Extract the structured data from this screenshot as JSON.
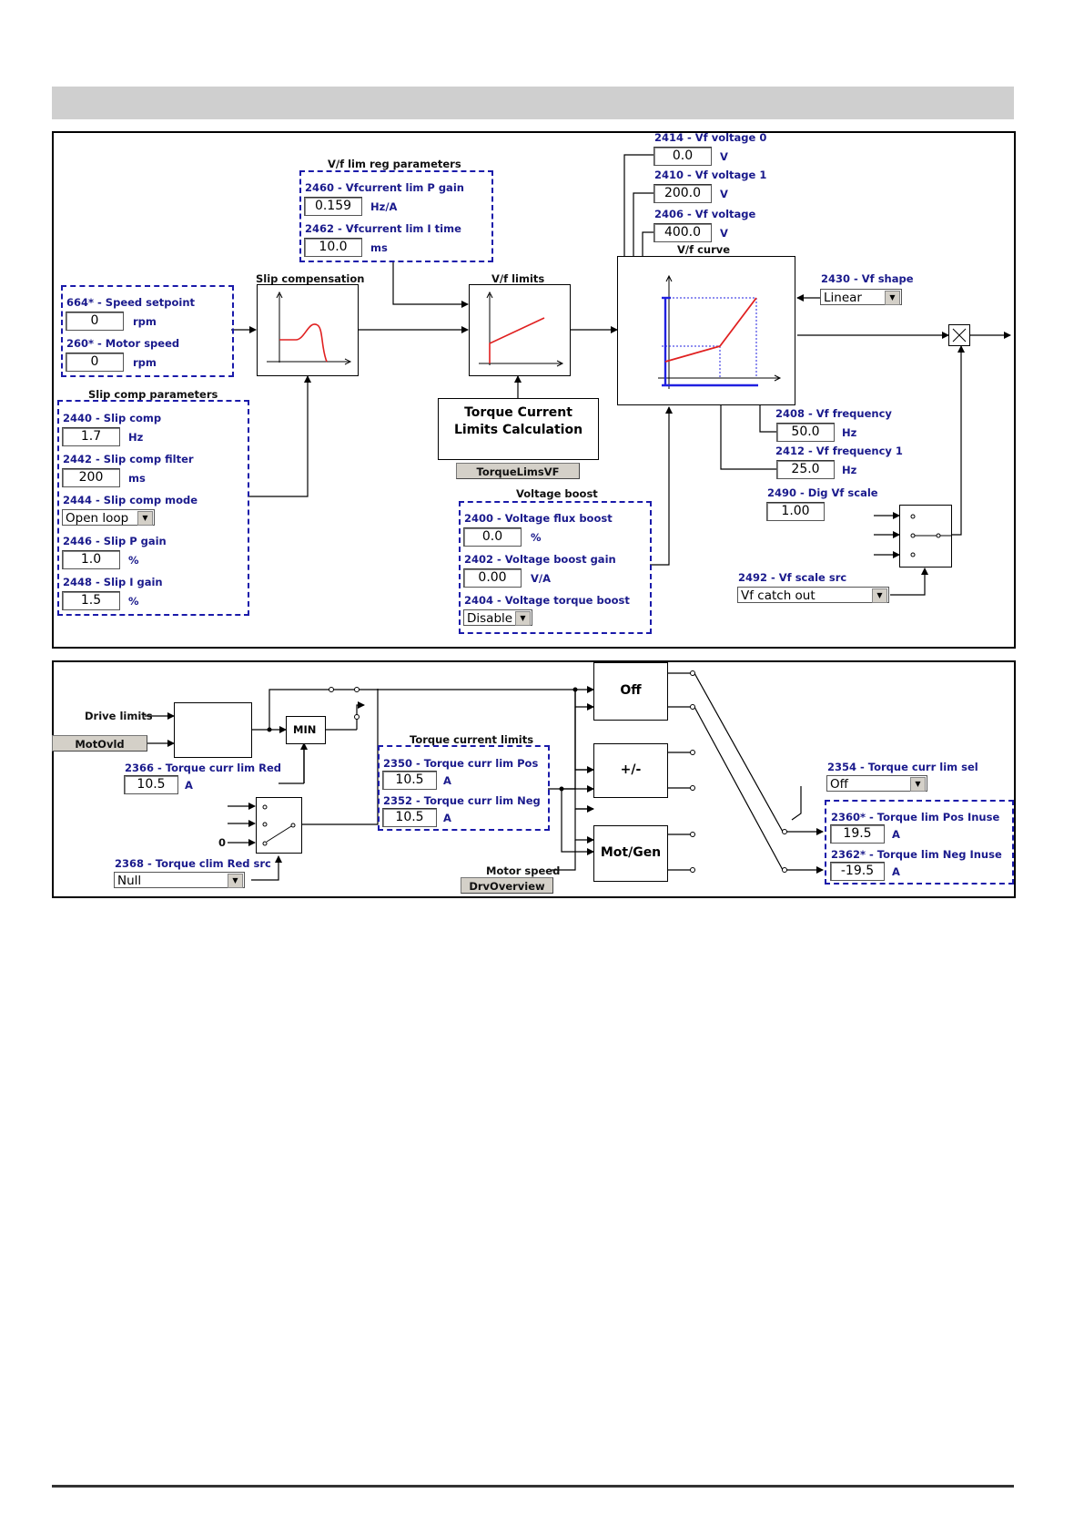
{
  "colors": {
    "param_label": "#1a1a8c",
    "dashed_border": "#1a1aaa",
    "curve": "#e02020",
    "curve_frame": "#2020e0",
    "header_bar": "#cfcfcf"
  },
  "top": {
    "vflim_title": "V/f lim reg parameters",
    "p2460_label": "2460 - Vfcurrent lim P gain",
    "p2460_val": "0.159",
    "p2460_unit": "Hz/A",
    "p2462_label": "2462 - Vfcurrent lim I time",
    "p2462_val": "10.0",
    "p2462_unit": "ms",
    "p664_label": "664* - Speed setpoint",
    "p664_val": "0",
    "p664_unit": "rpm",
    "p260_label": "260* - Motor speed",
    "p260_val": "0",
    "p260_unit": "rpm",
    "slip_title": "Slip comp parameters",
    "p2440_label": "2440 - Slip comp",
    "p2440_val": "1.7",
    "p2440_unit": "Hz",
    "p2442_label": "2442 - Slip comp filter",
    "p2442_val": "200",
    "p2442_unit": "ms",
    "p2444_label": "2444 - Slip comp mode",
    "p2444_val": "Open loop",
    "p2446_label": "2446 - Slip P gain",
    "p2446_val": "1.0",
    "p2446_unit": "%",
    "p2448_label": "2448 - Slip I gain",
    "p2448_val": "1.5",
    "p2448_unit": "%",
    "slipcomp_block": "Slip compensation",
    "vflimits_block": "V/f limits",
    "torque_calc_line1": "Torque Current",
    "torque_calc_line2": "Limits Calculation",
    "torque_btn": "TorqueLimsVF",
    "boost_title": "Voltage boost",
    "p2400_label": "2400 - Voltage flux boost",
    "p2400_val": "0.0",
    "p2400_unit": "%",
    "p2402_label": "2402 - Voltage boost gain",
    "p2402_val": "0.00",
    "p2402_unit": "V/A",
    "p2404_label": "2404 - Voltage torque boost",
    "p2404_val": "Disable",
    "p2414_label": "2414 - Vf voltage 0",
    "p2414_val": "0.0",
    "p2414_unit": "V",
    "p2410_label": "2410 - Vf voltage 1",
    "p2410_val": "200.0",
    "p2410_unit": "V",
    "p2406_label": "2406 - Vf voltage",
    "p2406_val": "400.0",
    "p2406_unit": "V",
    "vfcurve_block": "V/f curve",
    "p2430_label": "2430 - Vf shape",
    "p2430_val": "Linear",
    "p2408_label": "2408 - Vf frequency",
    "p2408_val": "50.0",
    "p2408_unit": "Hz",
    "p2412_label": "2412 - Vf frequency 1",
    "p2412_val": "25.0",
    "p2412_unit": "Hz",
    "p2490_label": "2490 - Dig Vf scale",
    "p2490_val": "1.00",
    "p2492_label": "2492 - Vf scale src",
    "p2492_val": "Vf catch out"
  },
  "bottom": {
    "drive_limits": "Drive limits",
    "motovld_btn": "MotOvld",
    "min_block": "MIN",
    "p2366_label": "2366 - Torque curr lim Red",
    "p2366_val": "10.5",
    "p2366_unit": "A",
    "zero": "0",
    "p2368_label": "2368 - Torque clim Red src",
    "p2368_val": "Null",
    "tcl_title": "Torque current limits",
    "p2350_label": "2350 - Torque curr lim Pos",
    "p2350_val": "10.5",
    "p2350_unit": "A",
    "p2352_label": "2352 - Torque curr lim Neg",
    "p2352_val": "10.5",
    "p2352_unit": "A",
    "off_block": "Off",
    "pm_block": "+/-",
    "motgen_block": "Mot/Gen",
    "motor_speed": "Motor speed",
    "drvoverview_btn": "DrvOverview",
    "p2354_label": "2354 - Torque curr lim sel",
    "p2354_val": "Off",
    "p2360_label": "2360* - Torque lim Pos Inuse",
    "p2360_val": "19.5",
    "p2360_unit": "A",
    "p2362_label": "2362* - Torque lim Neg Inuse",
    "p2362_val": "-19.5",
    "p2362_unit": "A"
  }
}
